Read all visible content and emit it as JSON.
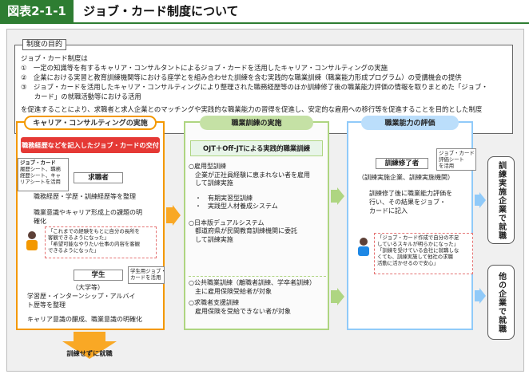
{
  "header": {
    "figure_label": "図表2-1-1",
    "title": "ジョブ・カード制度について"
  },
  "purpose": {
    "tag": "制度の目的",
    "lines": [
      "ジョブ・カード制度は",
      "①　一定の知識等を有するキャリア・コンサルタントによるジョブ・カードを活用したキャリア・コンサルティングの実施",
      "②　企業における実習と教育訓練機関等における座学とを組み合わせた訓練を含む実践的な職業訓練（職業能力形成プログラム）の受講機会の提供",
      "③　ジョブ・カードを活用したキャリア・コンサルティングにより整理された職務経歴等のほか訓練修了後の職業能力評価の情報を取りまとめた「ジョブ・",
      "　　カード」の就職活動等における活用",
      "を促進することにより、求職者と求人企業とのマッチングや実践的な職業能力の習得を促進し、安定的な雇用への移行等を促進することを目的とした制度"
    ]
  },
  "career": {
    "heading": "キャリア・コンサルティングの実施",
    "issue_banner": "職務経歴などを記入したジョブ・カードの交付",
    "jobcard_note": [
      "ジョブ・カード",
      "履歴シート、職務",
      "経歴シート、キャ",
      "リアシートを活用"
    ],
    "seeker_label": "求職者",
    "seeker_lines": [
      "職務経歴・学歴・訓練経歴等を整理",
      "職業意識やキャリア形成上の課題の明",
      "確化"
    ],
    "speech_lines": [
      "「これまでの経験をもとに自分の長所を",
      "客観できるようになった」",
      "「希望可能なやりたい仕事の内容を客観",
      "できるようになった」"
    ],
    "student_label": "学生",
    "student_note": [
      "学生用ジョブ・",
      "カードを活用"
    ],
    "student_lines": [
      "（大学等）",
      "学習歴・インターンシップ・アルバイ",
      "ト歴等を整理",
      "キャリア意識の醸成、職業意識の明確化"
    ],
    "no_training": "訓練せずに就職"
  },
  "training": {
    "heading": "職業訓練の実施",
    "ojt_banner": "OJT＋Off-JTによる実践的職業訓練",
    "items": [
      "○雇用型訓練",
      "　企業が正社員経験に恵まれない者を雇用",
      "　して訓練実施",
      "　・　有期実習型訓練",
      "　・　実践型人材養成システム",
      "○日本版デュアルシステム",
      "　都道府県が民間教育訓練機関に委託",
      "　して訓練実施"
    ],
    "public_items": [
      "○公共職業訓練（離職者訓練、学卒者訓練）",
      "　主に雇用保険受給者が対象",
      "○求職者支援訓練",
      "　雇用保険を受給できない者が対象"
    ]
  },
  "evaluation": {
    "heading": "職業能力の評価",
    "completion_label": "訓練修了者",
    "eval_note": [
      "ジョブ・カード",
      "評価シート",
      "を活用"
    ],
    "lines": [
      "（訓練実施企業、訓練実施機関）",
      "訓練修了後に職業能力評価を",
      "行い、その結果をジョブ・",
      "カードに記入"
    ],
    "speech_lines": [
      "「ジョブ・カード作成で自分の不足",
      "しているスキルが明らかになった」",
      "「訓練を受けている会社に就職しな",
      "くても、訓練実施して他社の求職",
      "活動に活かせるので安心」"
    ]
  },
  "outcomes": {
    "hire_training_company": "訓練実施企業で就職",
    "hire_other_company": "他の企業で就職"
  },
  "colors": {
    "green": "#2e7d32",
    "orange": "#f39800",
    "red": "#e53935",
    "light_green": "#aed581",
    "blue": "#1e88e5",
    "yellow": "#f9a825"
  }
}
